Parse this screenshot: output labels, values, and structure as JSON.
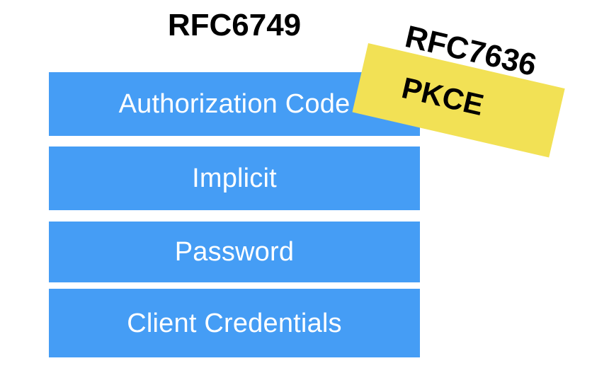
{
  "diagram": {
    "title": "RFC6749",
    "background_color": "#ffffff",
    "bar_color": "#459df5",
    "bar_text_color": "#ffffff",
    "sticker_color": "#f2e155",
    "heading_color": "#000000",
    "grants": [
      {
        "label": "Authorization Code"
      },
      {
        "label": "Implicit"
      },
      {
        "label": "Password"
      },
      {
        "label": "Client Credentials"
      }
    ],
    "sticker": {
      "title": "RFC7636",
      "label": "PKCE"
    }
  }
}
